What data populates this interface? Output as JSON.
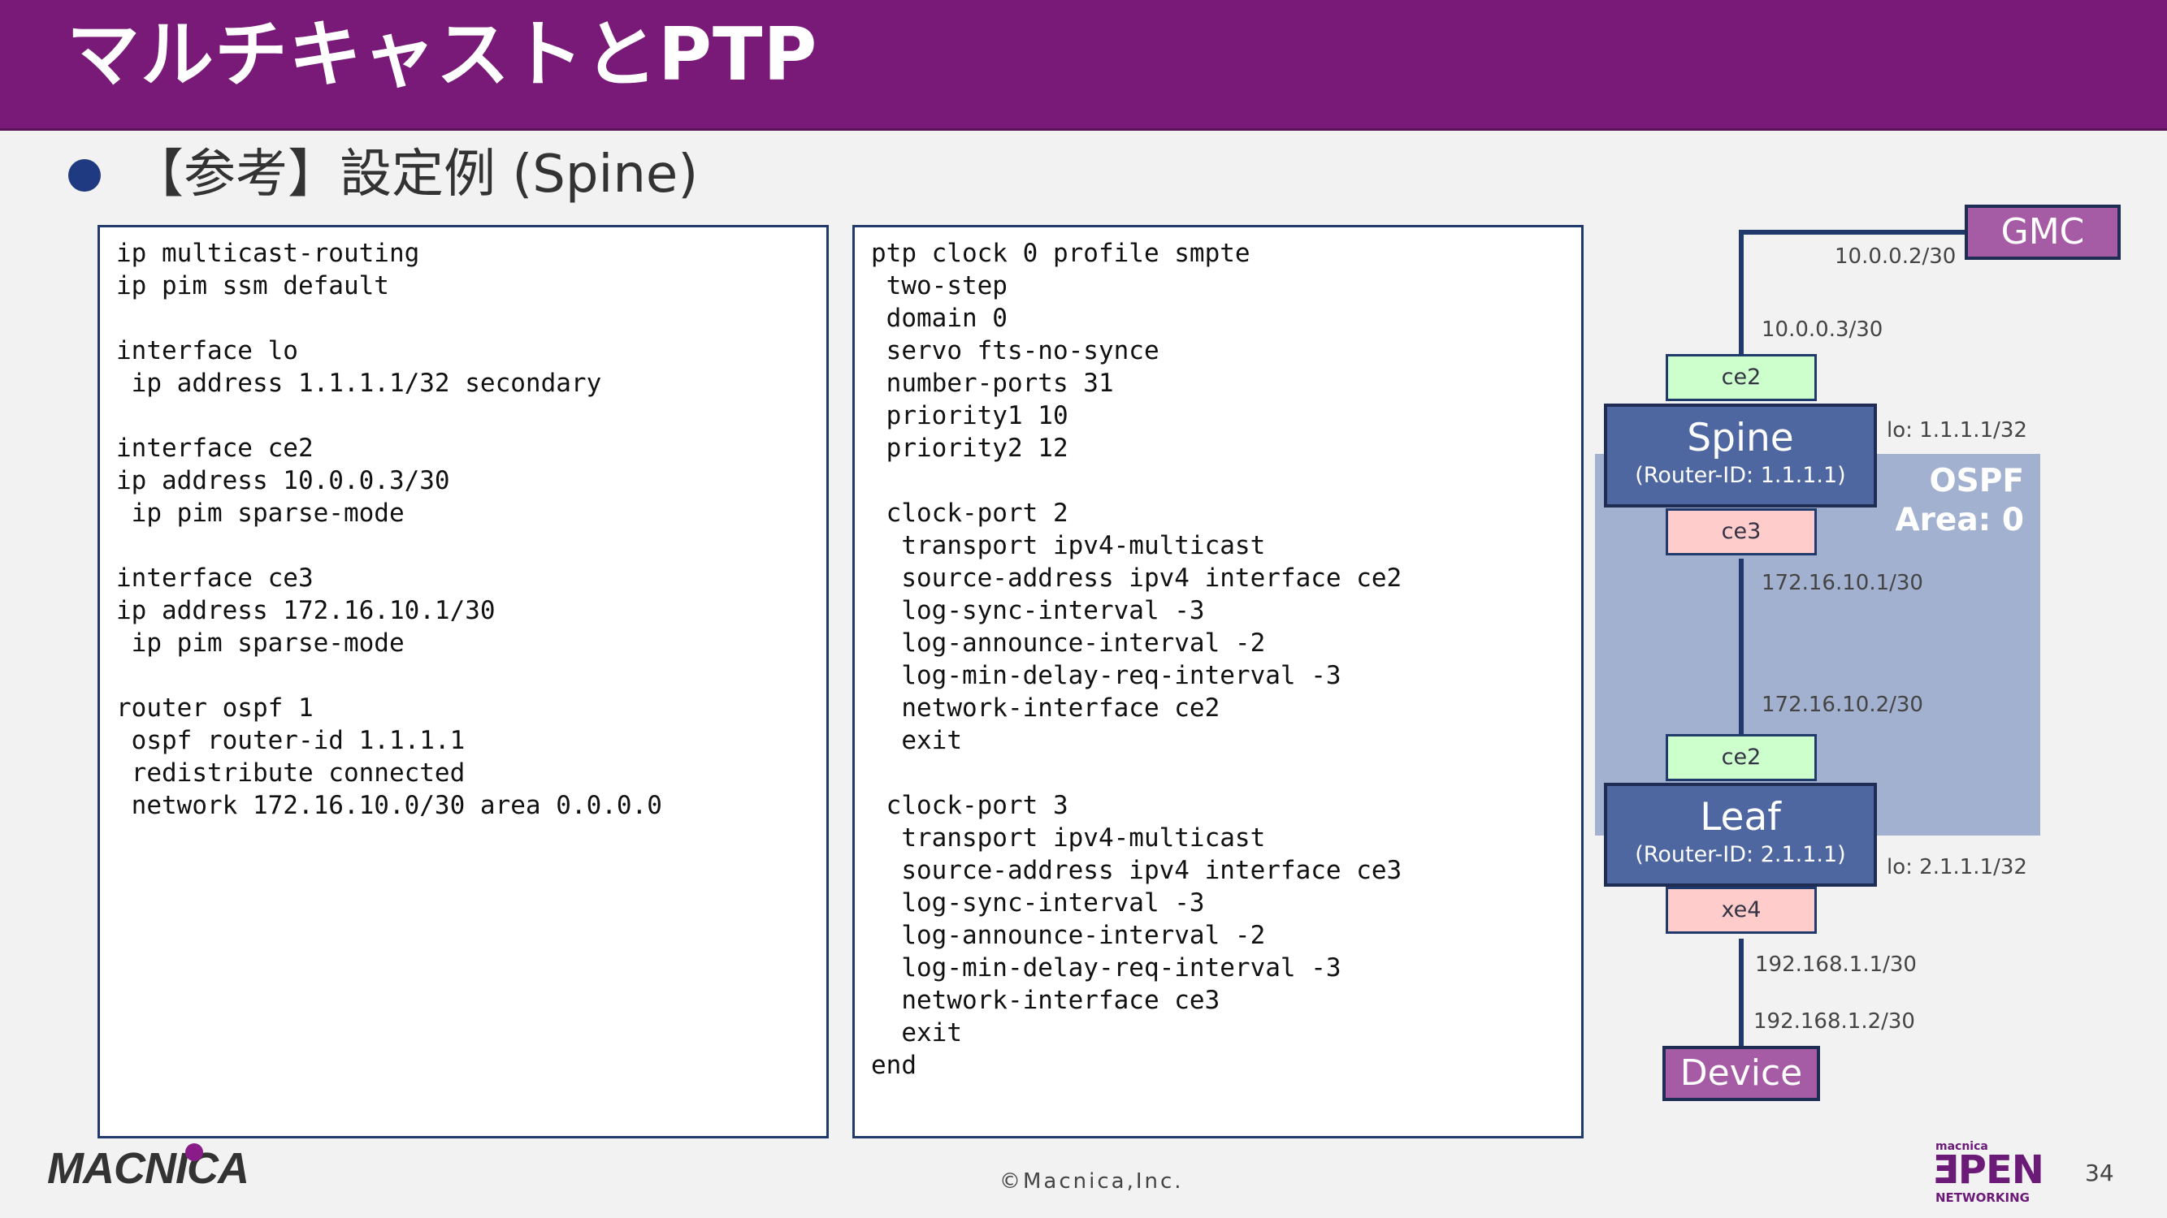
{
  "slide": {
    "title": "マルチキャストとPTP",
    "subtitle": "【参考】設定例 (Spine)",
    "page_number": "34",
    "copyright": "©Macnica,Inc.",
    "brand_color": "#7a1a78"
  },
  "code_left": "ip multicast-routing\nip pim ssm default\n\ninterface lo\n ip address 1.1.1.1/32 secondary\n\ninterface ce2\nip address 10.0.0.3/30\n ip pim sparse-mode\n\ninterface ce3\nip address 172.16.10.1/30\n ip pim sparse-mode\n\nrouter ospf 1\n ospf router-id 1.1.1.1\n redistribute connected\n network 172.16.10.0/30 area 0.0.0.0",
  "code_right": "ptp clock 0 profile smpte\n two-step\n domain 0\n servo fts-no-synce\n number-ports 31\n priority1 10\n priority2 12\n\n clock-port 2\n  transport ipv4-multicast\n  source-address ipv4 interface ce2\n  log-sync-interval -3\n  log-announce-interval -2\n  log-min-delay-req-interval -3\n  network-interface ce2\n  exit\n\n clock-port 3\n  transport ipv4-multicast\n  source-address ipv4 interface ce3\n  log-sync-interval -3\n  log-announce-interval -2\n  log-min-delay-req-interval -3\n  network-interface ce3\n  exit\nend",
  "diagram": {
    "gmc_label": "GMC",
    "gmc_addr": "10.0.0.2/30",
    "spine_uplink_addr": "10.0.0.3/30",
    "spine": {
      "name": "Spine",
      "router_id": "(Router-ID: 1.1.1.1)",
      "loopback": "lo: 1.1.1.1/32",
      "port_up": "ce2",
      "port_down": "ce3"
    },
    "ospf_label": "OSPF",
    "ospf_area": "Area: 0",
    "spine_downlink_addr": "172.16.10.1/30",
    "leaf_uplink_addr": "172.16.10.2/30",
    "leaf": {
      "name": "Leaf",
      "router_id": "(Router-ID: 2.1.1.1)",
      "loopback": "lo: 2.1.1.1/32",
      "port_up": "ce2",
      "port_down": "xe4"
    },
    "leaf_downlink_addr": "192.168.1.1/30",
    "device_addr": "192.168.1.2/30",
    "device_label": "Device"
  },
  "logos": {
    "macnica": "MACNICA",
    "open_top": "macnica",
    "open_main": "ƎPEN",
    "open_bottom": "NETWORKING"
  }
}
